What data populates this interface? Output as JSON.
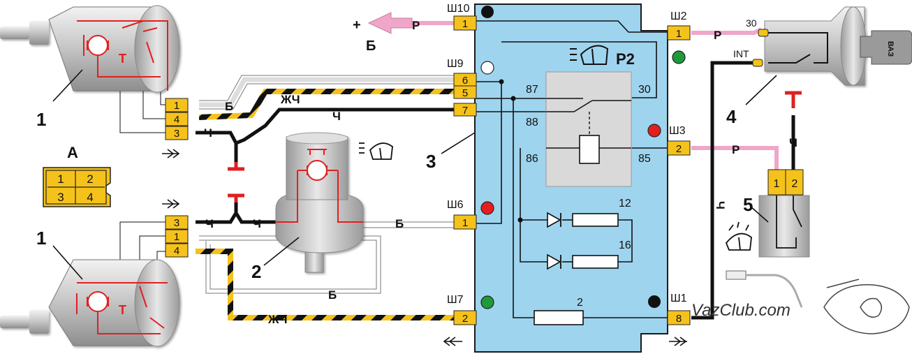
{
  "connector_A": {
    "label": "А",
    "pins": [
      "1",
      "2",
      "3",
      "4"
    ]
  },
  "components": {
    "motor_top_label": "1",
    "motor_bottom_label": "1",
    "washer_pump_label": "2",
    "control_unit_label": "3",
    "ignition_switch_label": "4",
    "wiper_switch_label": "5",
    "motor_thermal_mark": "Т"
  },
  "wire_labels": {
    "top_b": "Б",
    "top_zhch": "ЖЧ",
    "top_ch_mid": "Ч",
    "top_ch_pin3": "Ч",
    "plus_sign": "+",
    "plus_p": "Р",
    "plus_b": "Б",
    "pump_ch_left": "Ч",
    "pump_ch_right": "Ч",
    "pump_b": "Б",
    "bottom_b": "Б",
    "bottom_zhch": "ЖЧ",
    "w2_p": "Р",
    "w3_p": "Р",
    "vert_ch": "Ч",
    "sw_ch": "Ч"
  },
  "ignition": {
    "term_30": "30",
    "term_int": "INT",
    "key_text": "ВАЗ"
  },
  "connectors": {
    "sh10": {
      "name": "Ш10",
      "pin": "1"
    },
    "sh9": {
      "name": "Ш9",
      "pins": [
        "6",
        "5",
        "7"
      ]
    },
    "sh6": {
      "name": "Ш6",
      "pin": "1"
    },
    "sh7": {
      "name": "Ш7",
      "pin": "2"
    },
    "sh2": {
      "name": "Ш2",
      "pin": "1"
    },
    "sh3": {
      "name": "Ш3",
      "pin": "2"
    },
    "sh1": {
      "name": "Ш1",
      "pin": "8"
    }
  },
  "motor_top_pins": [
    "1",
    "4",
    "3"
  ],
  "motor_bottom_pins": [
    "3",
    "1",
    "4"
  ],
  "switch_pins": [
    "1",
    "2"
  ],
  "relay": {
    "name": "Р2",
    "t87": "87",
    "t30": "30",
    "t88": "88",
    "t86": "86",
    "t85": "85",
    "fuse12": "12",
    "fuse16": "16",
    "fuse2": "2"
  },
  "watermark": "VazClub.com",
  "colors": {
    "unit_fill": "#9fd4ee",
    "pin_fill": "#f5c21b",
    "wire_pink": "#f0a6c8",
    "wire_yellow": "#f5c21b",
    "schematic_red": "#e02020"
  }
}
